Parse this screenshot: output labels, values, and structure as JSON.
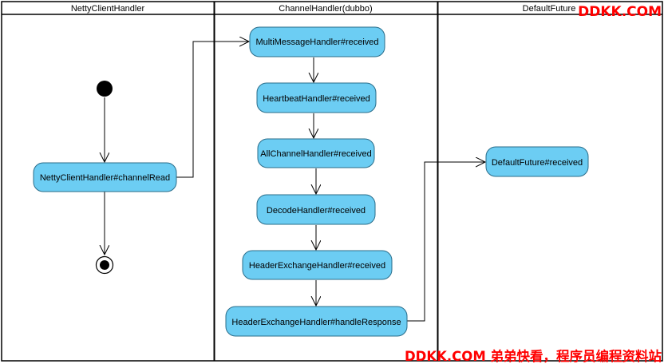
{
  "lanes": [
    {
      "id": "lane-netty",
      "title": "NettyClientHandler"
    },
    {
      "id": "lane-channel",
      "title": "ChannelHandler(dubbo)"
    },
    {
      "id": "lane-future",
      "title": "DefaultFuture"
    }
  ],
  "nodes": {
    "channel_read": "NettyClientHandler#channelRead",
    "multi_message": "MultiMessageHandler#received",
    "heartbeat": "HeartbeatHandler#received",
    "all_channel": "AllChannelHandler#received",
    "decode": "DecodeHandler#received",
    "header_exchange_received": "HeaderExchangeHandler#received",
    "header_exchange_handle_response": "HeaderExchangeHandler#handleResponse",
    "default_future": "DefaultFuture#received"
  },
  "watermarks": {
    "top": "DDKK.COM",
    "bottom": "DDKK.COM 弟弟快看，程序员编程资料站"
  },
  "colors": {
    "node_fill": "#6ccdf3",
    "node_stroke": "#2a6d8a",
    "watermark": "#ff0000"
  }
}
